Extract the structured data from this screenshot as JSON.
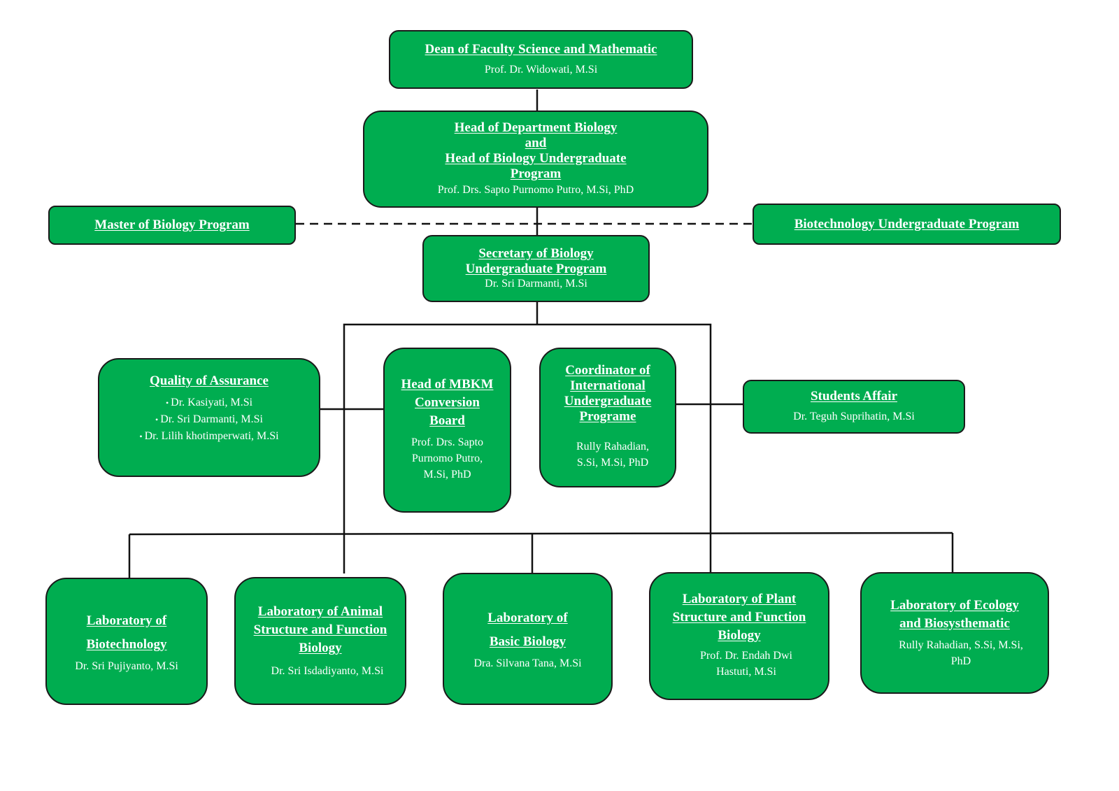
{
  "chart_title": "Organizational Structure — Department of Biology",
  "colors": {
    "box_fill": "#00ad50",
    "box_border": "#1a1a1a",
    "text": "#ffffff",
    "connector": "#111111"
  },
  "dean": {
    "title": "Dean of Faculty Science and Mathematic",
    "person": "Prof. Dr. Widowati, M.Si"
  },
  "head_department": {
    "title_lines": [
      "Head of Department Biology",
      "and",
      "Head of Biology Undergraduate",
      "Program"
    ],
    "person": "Prof. Drs. Sapto Purnomo Putro, M.Si, PhD"
  },
  "master_program": {
    "title": "Master of Biology Program",
    "link_style": "dashed"
  },
  "biotech_program": {
    "title": "Biotechnology Undergraduate Program",
    "link_style": "dashed"
  },
  "secretary": {
    "title_lines": [
      "Secretary of Biology",
      "Undergraduate Program"
    ],
    "person": "Dr. Sri Darmanti, M.Si"
  },
  "quality_assurance": {
    "title": "Quality of Assurance",
    "members": [
      "Dr. Kasiyati, M.Si",
      "Dr. Sri Darmanti, M.Si",
      "Dr. Lilih khotimperwati, M.Si"
    ]
  },
  "mbkm": {
    "title_lines": [
      "Head of MBKM",
      "Conversion",
      "Board"
    ],
    "person_lines": [
      "Prof. Drs. Sapto",
      "Purnomo Putro,",
      "M.Si, PhD"
    ]
  },
  "international": {
    "title_lines": [
      "Coordinator of",
      "International",
      "Undergraduate",
      "Programe"
    ],
    "person_lines": [
      "Rully Rahadian,",
      "S.Si, M.Si, PhD"
    ]
  },
  "students_affair": {
    "title": "Students Affair",
    "person": "Dr. Teguh Suprihatin, M.Si"
  },
  "laboratories": [
    {
      "title_lines": [
        "Laboratory of",
        "Biotechnology"
      ],
      "person_lines": [
        "Dr. Sri Pujiyanto, M.Si"
      ]
    },
    {
      "title_lines": [
        "Laboratory of Animal",
        "Structure and Function",
        "Biology"
      ],
      "person_lines": [
        "Dr. Sri Isdadiyanto, M.Si"
      ]
    },
    {
      "title_lines": [
        "Laboratory of",
        "Basic Biology"
      ],
      "person_lines": [
        "Dra. Silvana Tana, M.Si"
      ]
    },
    {
      "title_lines": [
        "Laboratory of Plant",
        "Structure and Function",
        "Biology"
      ],
      "person_lines": [
        "Prof. Dr. Endah Dwi",
        "Hastuti, M.Si"
      ]
    },
    {
      "title_lines": [
        "Laboratory of Ecology",
        "and Biosysthematic"
      ],
      "person_lines": [
        "Rully Rahadian, S.Si, M.Si,",
        "PhD"
      ]
    }
  ]
}
